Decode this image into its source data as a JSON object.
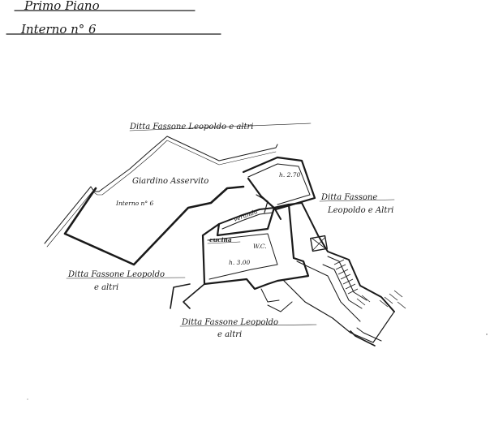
{
  "header": {
    "floor": "Primo Piano",
    "unit": "Interno n° 6"
  },
  "plan": {
    "neighbor_north": "Ditta Fassone Leopoldo e altri",
    "neighbor_east_line1": "Ditta Fassone",
    "neighbor_east_line2": "Leopoldo e Altri",
    "neighbor_west_line1": "Ditta Fassone Leopoldo",
    "neighbor_west_line2": "e altri",
    "neighbor_south_line1": "Ditta Fassone Leopoldo",
    "neighbor_south_line2": "e altri",
    "garden_label": "Giardino Asservito",
    "garden_unit": "Interno n° 6",
    "room_height_top": "h. 2.70",
    "veranda_label": "veranda",
    "kitchen_label": "cucina",
    "room_height_kitchen": "h. 3.00",
    "bath_label": "W.C."
  }
}
